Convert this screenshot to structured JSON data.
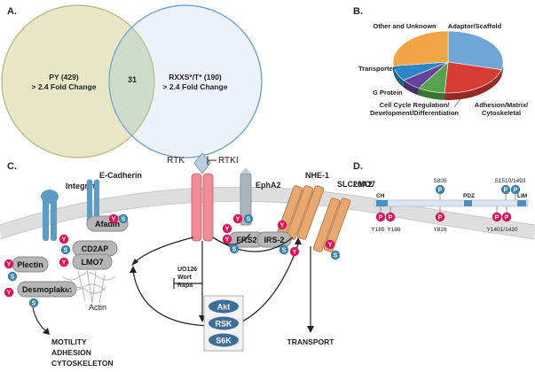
{
  "panels": {
    "a": {
      "label": "A.",
      "venn": {
        "left": {
          "name": "PY (429)",
          "desc": "> 2.4 Fold Change",
          "color": "#e8e8c6",
          "stroke": "#b9ba86"
        },
        "right": {
          "name": "RXXS*/T* (190)",
          "desc": "> 2.4 Fold Change",
          "color": "#e4eef8",
          "stroke": "#6fa3d3"
        },
        "overlap": "31",
        "overlap_color": "#cfdccc"
      }
    },
    "b": {
      "label": "B.",
      "chart_data": {
        "type": "pie",
        "title": "",
        "slices": [
          {
            "label": "Adaptor/Scaffold",
            "value": 29,
            "color": "#6fa6d6"
          },
          {
            "label": "Adhesion/Matrix/Cytoskeletal",
            "value": 22,
            "color": "#d73b34"
          },
          {
            "label": "Cell Cycle Regulation/Development/Differentiation",
            "value": 8,
            "color": "#55a44c"
          },
          {
            "label": "G Protein",
            "value": 6,
            "color": "#64449a"
          },
          {
            "label": "Transporter",
            "value": 8,
            "color": "#2f86c6"
          },
          {
            "label": "Other and Unknown",
            "value": 27,
            "color": "#f0a545"
          }
        ],
        "labels_text": {
          "adaptor": "Adaptor/Scaffold",
          "other": "Other and Unknown",
          "transporter": "Transporter",
          "gprotein": "G Protein",
          "cellcycle_1": "Cell Cycle Regulation/",
          "cellcycle_2": "Development/Differentiation",
          "adhesion_1": "Adhesion/Matrix/",
          "adhesion_2": "Cytoskeletal"
        }
      }
    },
    "c": {
      "label": "C.",
      "rtk": "RTK",
      "rtki": "RTKI",
      "integrin": "Integrin",
      "ecadherin": "E-Cadherin",
      "epha2": "EphA2",
      "nhe1": "NHE-1",
      "slc20a2": "SLC20A2",
      "cd2ap": "CD2AP",
      "afadin": "Afadin",
      "lmo7": "LMO7",
      "plectin": "Plectin",
      "desmoplakin": "Desmoplakin",
      "actin": "Actin",
      "frs2": "FRS2",
      "irs2": "IRS-2",
      "inhibitors": [
        "UO126",
        "Wort",
        "Rapa"
      ],
      "kinases": [
        "Akt",
        "RSK",
        "S6K"
      ],
      "outcomes": [
        "MOTILITY",
        "ADHESION",
        "CYTOSKELETON"
      ],
      "transport": "TRANSPORT",
      "badge_y": "Y",
      "badge_s": "S",
      "colors": {
        "y_badge": "#e0135a",
        "s_badge": "#3f83a8",
        "membrane": "#dedede",
        "rtk": "#f08c94",
        "channel": "#e7a872",
        "pill": "#b6b6b6",
        "kinase": "#3e6e9a"
      }
    },
    "d": {
      "label": "D.",
      "protein": "LMO7",
      "domains": [
        "CH",
        "PDZ",
        "LIM"
      ],
      "top_sites": [
        "S805",
        "S1510/1493"
      ],
      "bottom_sites": [
        "Y185",
        "Y186",
        "Y826",
        "Y1401/1430"
      ],
      "badge_p": "P",
      "colors": {
        "bar": "#dde6ee",
        "domain": "#4c8fc0",
        "p_pink": "#e0135a",
        "p_blue": "#3f83a8"
      }
    }
  }
}
